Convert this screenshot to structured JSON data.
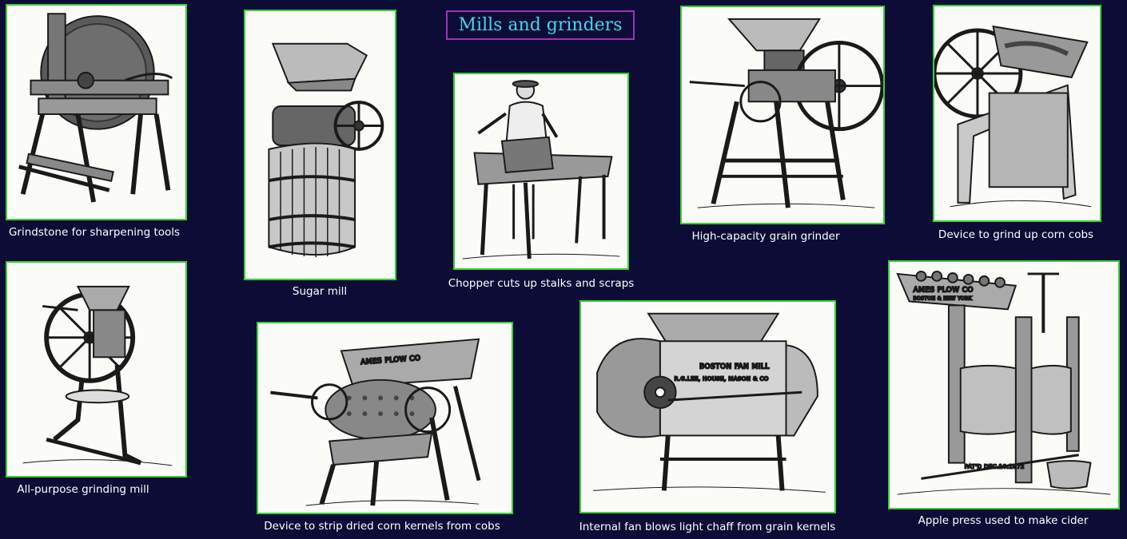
{
  "title": "Mills and grinders",
  "colors": {
    "background": "#0c0c36",
    "frame_border": "#35d135",
    "title_border": "#a032b0",
    "title_text": "#41d7ea",
    "caption_text": "#ffffff"
  },
  "items": [
    {
      "caption": "Grindstone for sharpening tools",
      "icon": "grindstone-illustration"
    },
    {
      "caption": "Sugar mill",
      "icon": "sugar-mill-illustration"
    },
    {
      "caption": "Chopper cuts up stalks and scraps",
      "icon": "chopper-illustration"
    },
    {
      "caption": "High-capacity grain grinder",
      "icon": "grain-grinder-illustration"
    },
    {
      "caption": "Device to grind up corn cobs",
      "icon": "corn-cob-grinder-illustration"
    },
    {
      "caption": "All-purpose grinding mill",
      "icon": "grinding-mill-illustration"
    },
    {
      "caption": "Device to strip dried corn kernels from cobs",
      "icon": "corn-sheller-illustration"
    },
    {
      "caption": "Internal fan blows light chaff from grain kernels",
      "icon": "fanning-mill-illustration"
    },
    {
      "caption": "Apple press used to make cider",
      "icon": "cider-press-illustration"
    }
  ],
  "plates": {
    "corn_sheller": "AMES PLOW CO",
    "fan_mill_line1": "BOSTON FAN MILL",
    "fan_mill_line2": "R.G.LEE, HOUSE, MASON & CO",
    "cider_press_line1": "AMES PLOW CO",
    "cider_press_line2": "BOSTON & NEW YORK",
    "cider_press_patent": "PAT'D DEC.10.1872"
  }
}
